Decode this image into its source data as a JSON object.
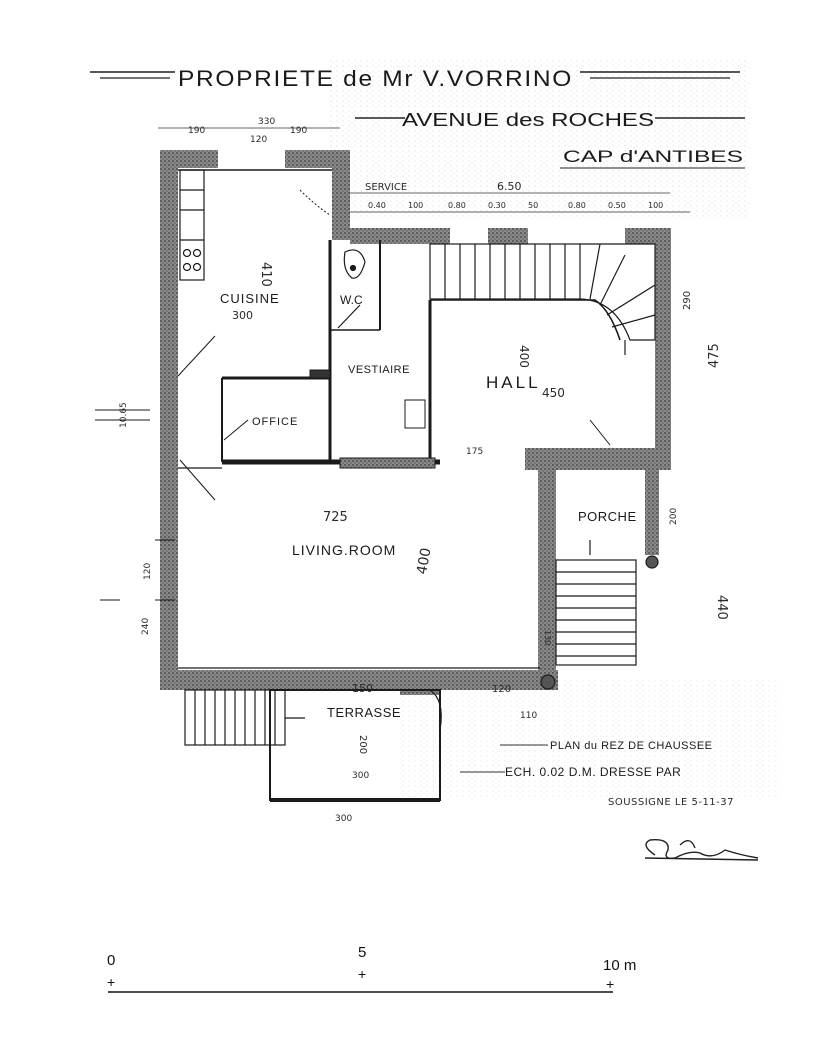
{
  "header": {
    "title": "PROPRIETE de Mr V.VORRINO",
    "street": "AVENUE des ROCHES",
    "town": "CAP d'ANTIBES"
  },
  "rooms": {
    "cuisine": "CUISINE",
    "wc": "W.C",
    "vestiaire": "VESTIAIRE",
    "hall": "HALL",
    "office": "OFFICE",
    "living": "LIVING.ROOM",
    "porche": "PORCHE",
    "terrasse": "TERRASSE",
    "service": "SERVICE"
  },
  "dimensions": {
    "top_190_a": "190",
    "top_330": "330",
    "top_190_b": "190",
    "top_120": "120",
    "service_len": "6.50",
    "cuisine_410": "410",
    "cuisine_300": "300",
    "hall_400": "400",
    "hall_450": "450",
    "hall_290": "290",
    "hall_475": "475",
    "hall_175": "175",
    "living_725": "725",
    "living_400": "400",
    "porche_200": "200",
    "porche_440": "440",
    "left_1065": "10.65",
    "left_120": "120",
    "left_240": "240",
    "bottom_150": "150",
    "bottom_120": "120",
    "bottom_110": "110",
    "terrasse_200": "200",
    "terrasse_300a": "300",
    "terrasse_300b": "300",
    "stair_130": "130",
    "window_run": [
      "0.40",
      "100",
      "0.80",
      "0.30",
      "50",
      "0.80",
      "0.50",
      "100"
    ]
  },
  "caption": {
    "line1": "PLAN du REZ DE CHAUSSEE",
    "line2": "ECH. 0.02 D.M. DRESSE PAR",
    "line3": "SOUSSIGNE LE 5-11-37"
  },
  "scale_bar": {
    "label_0": "0",
    "label_5": "5",
    "label_10": "10 m",
    "tick": "+"
  },
  "colors": {
    "ink": "#1a1a1a",
    "wall_hatch": "#4a4a4a",
    "paper": "#ffffff"
  }
}
